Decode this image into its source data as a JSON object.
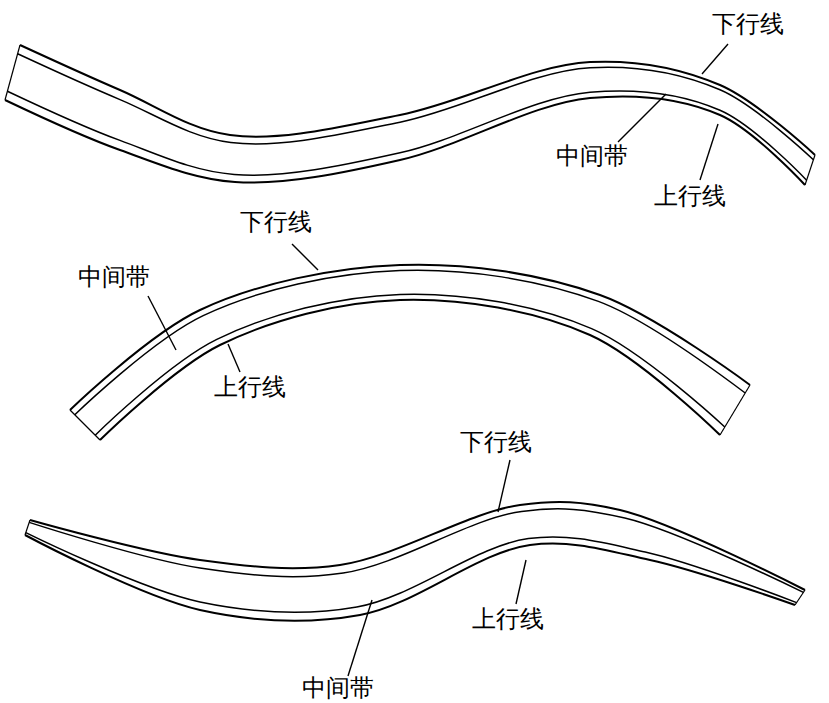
{
  "diagram": {
    "labels": [
      "下行线",
      "中间带",
      "上行线",
      "下行线",
      "中间带",
      "上行线",
      "下行线",
      "上行线",
      "中间带"
    ]
  }
}
